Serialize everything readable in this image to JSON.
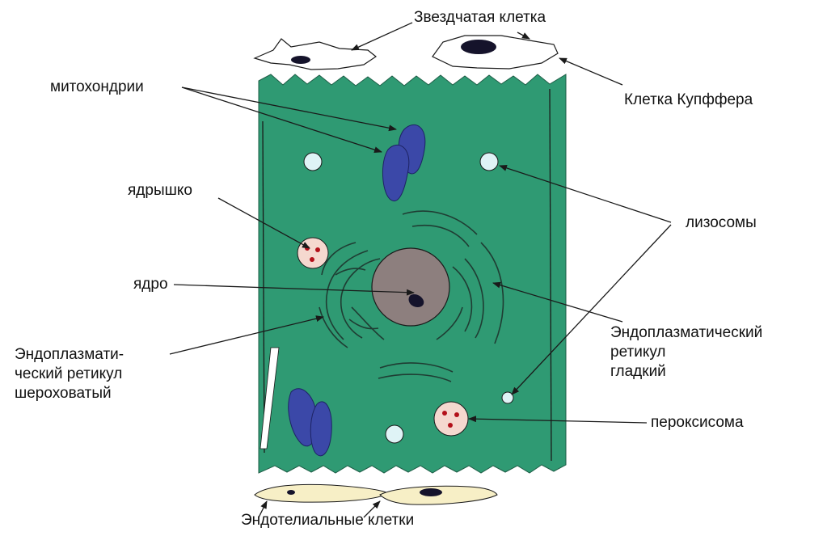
{
  "colors": {
    "cytoplasm": "#2f9a73",
    "mitochondria": "#3b48a8",
    "nucleus": "#8d7f7e",
    "chromatin": "#15132b",
    "lysosome": "#dff3f6",
    "peroxisome": "#f5d8cf",
    "peroxisome_dots": "#b3101a",
    "endothelial": "#f7efc6",
    "line": "#1a1a1a"
  },
  "labels": {
    "stellate_cell": "Звездчатая клетка",
    "kupffer_cell": "Клетка Купффера",
    "mitochondria": "митохондрии",
    "nucleolus": "ядрышко",
    "lysosomes": "лизосомы",
    "nucleus": "ядро",
    "rough_er": [
      "Эндоплазмати-",
      "ческий ретикул",
      "шероховатый"
    ],
    "smooth_er": [
      "Эндоплазматический",
      "ретикул",
      "гладкий"
    ],
    "peroxisome": "пероксисома",
    "endothelial_cells": "Эндотелиальные клетки"
  }
}
